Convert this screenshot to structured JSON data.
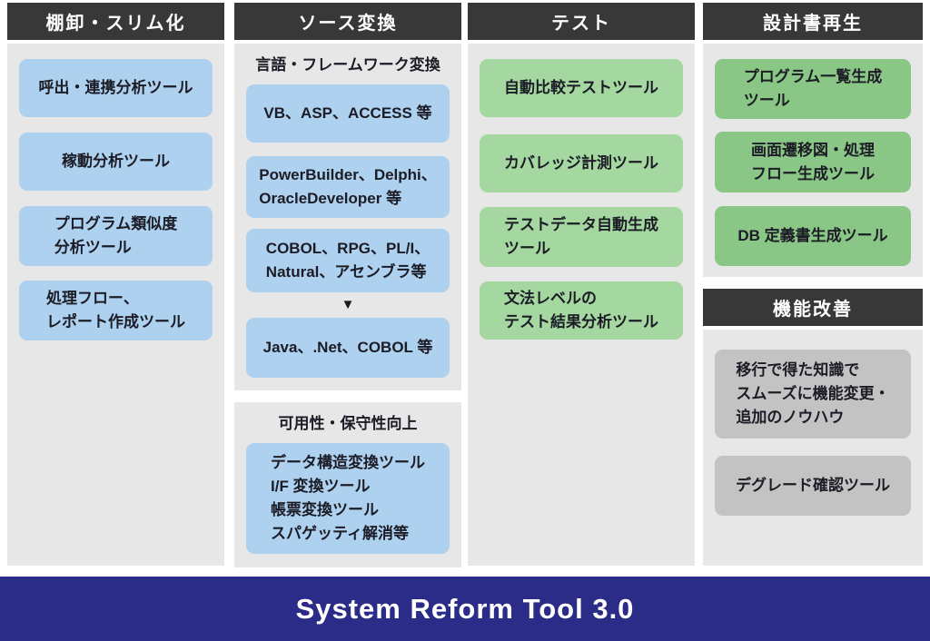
{
  "colors": {
    "header_bg": "#383838",
    "panel_bg": "#e7e7e7",
    "box_blue": "#add1ee",
    "box_green_light": "#a5d8a0",
    "box_green_dark": "#8ac685",
    "box_gray": "#c3c3c3",
    "banner_bg": "#2b2b88",
    "banner_text": "#ffffff"
  },
  "banner": {
    "title": "System Reform Tool 3.0"
  },
  "columns": [
    {
      "header": "棚卸・スリム化",
      "boxes": [
        {
          "lines": [
            "呼出・連携分析ツール"
          ],
          "align": "center"
        },
        {
          "lines": [
            "稼動分析ツール"
          ],
          "align": "center"
        },
        {
          "lines": [
            "プログラム類似度",
            "分析ツール"
          ],
          "align": "left"
        },
        {
          "lines": [
            "処理フロー、",
            "レポート作成ツール"
          ],
          "align": "left"
        }
      ]
    },
    {
      "header": "ソース変換",
      "subtitle1": "言語・フレームワーク変換",
      "boxes": [
        {
          "lines": [
            "VB、ASP、ACCESS 等"
          ],
          "align": "center"
        },
        {
          "lines": [
            "PowerBuilder、Delphi、",
            "OracleDeveloper 等"
          ],
          "align": "left"
        },
        {
          "lines": [
            "COBOL、RPG、PL/I、",
            "Natural、アセンブラ等"
          ],
          "align": "left"
        }
      ],
      "arrow": "▼",
      "java_box": {
        "lines": [
          "Java、.Net、COBOL 等"
        ],
        "align": "center"
      },
      "subtitle2": "可用性・保守性向上",
      "maintain_box": {
        "lines": [
          "データ構造変換ツール",
          "I/F 変換ツール",
          "帳票変換ツール",
          "スパゲッティ解消等"
        ],
        "align": "left"
      }
    },
    {
      "header": "テスト",
      "boxes": [
        {
          "lines": [
            "自動比較テストツール"
          ],
          "align": "center"
        },
        {
          "lines": [
            "カバレッジ計測ツール"
          ],
          "align": "center"
        },
        {
          "lines": [
            "テストデータ自動生成",
            "ツール"
          ],
          "align": "left"
        },
        {
          "lines": [
            "文法レベルの",
            "テスト結果分析ツール"
          ],
          "align": "left"
        }
      ]
    },
    {
      "header": "設計書再生",
      "boxes": [
        {
          "lines": [
            "プログラム一覧生成",
            "ツール"
          ],
          "align": "left"
        },
        {
          "lines": [
            "画面遷移図・処理",
            "フロー生成ツール"
          ],
          "align": "center"
        },
        {
          "lines": [
            "DB 定義書生成ツール"
          ],
          "align": "center"
        }
      ],
      "header2": "機能改善",
      "boxes2": [
        {
          "lines": [
            "移行で得た知識で",
            "スムーズに機能変更・",
            "追加のノウハウ"
          ],
          "align": "left"
        },
        {
          "lines": [
            "デグレード確認ツール"
          ],
          "align": "center"
        }
      ]
    }
  ]
}
